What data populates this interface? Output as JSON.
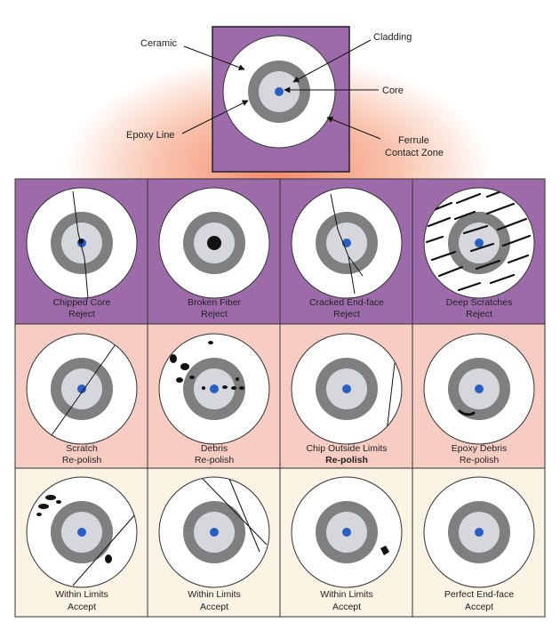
{
  "top": {
    "callouts": {
      "ceramic": "Ceramic",
      "cladding": "Cladding",
      "core": "Core",
      "epoxy_line": "Epoxy Line",
      "ferrule_1": "Ferrule",
      "ferrule_2": "Contact Zone"
    }
  },
  "colors": {
    "reject": "#9d6ba9",
    "repolish": "#f6ccc3",
    "accept": "#fbf3e3",
    "core": "#2a5fc2",
    "cladding_ring": "#7f7f80",
    "inner": "#d6d7dd"
  },
  "grid": {
    "rows": [
      {
        "cells": [
          {
            "label1": "Chipped Core",
            "label2": "Reject"
          },
          {
            "label1": "Broken Fiber",
            "label2": "Reject"
          },
          {
            "label1": "Cracked End-face",
            "label2": "Reject"
          },
          {
            "label1": "Deep Scratches",
            "label2": "Reject"
          }
        ]
      },
      {
        "cells": [
          {
            "label1": "Scratch",
            "label2": "Re-polish"
          },
          {
            "label1": "Debris",
            "label2": "Re-polish"
          },
          {
            "label1": "Chip Outside Limits",
            "label2": "Re-polish"
          },
          {
            "label1": "Epoxy Debris",
            "label2": "Re-polish"
          }
        ]
      },
      {
        "cells": [
          {
            "label1": "Within Limits",
            "label2": "Accept"
          },
          {
            "label1": "Within Limits",
            "label2": "Accept"
          },
          {
            "label1": "Within Limits",
            "label2": "Accept"
          },
          {
            "label1": "Perfect End-face",
            "label2": "Accept"
          }
        ]
      }
    ]
  }
}
